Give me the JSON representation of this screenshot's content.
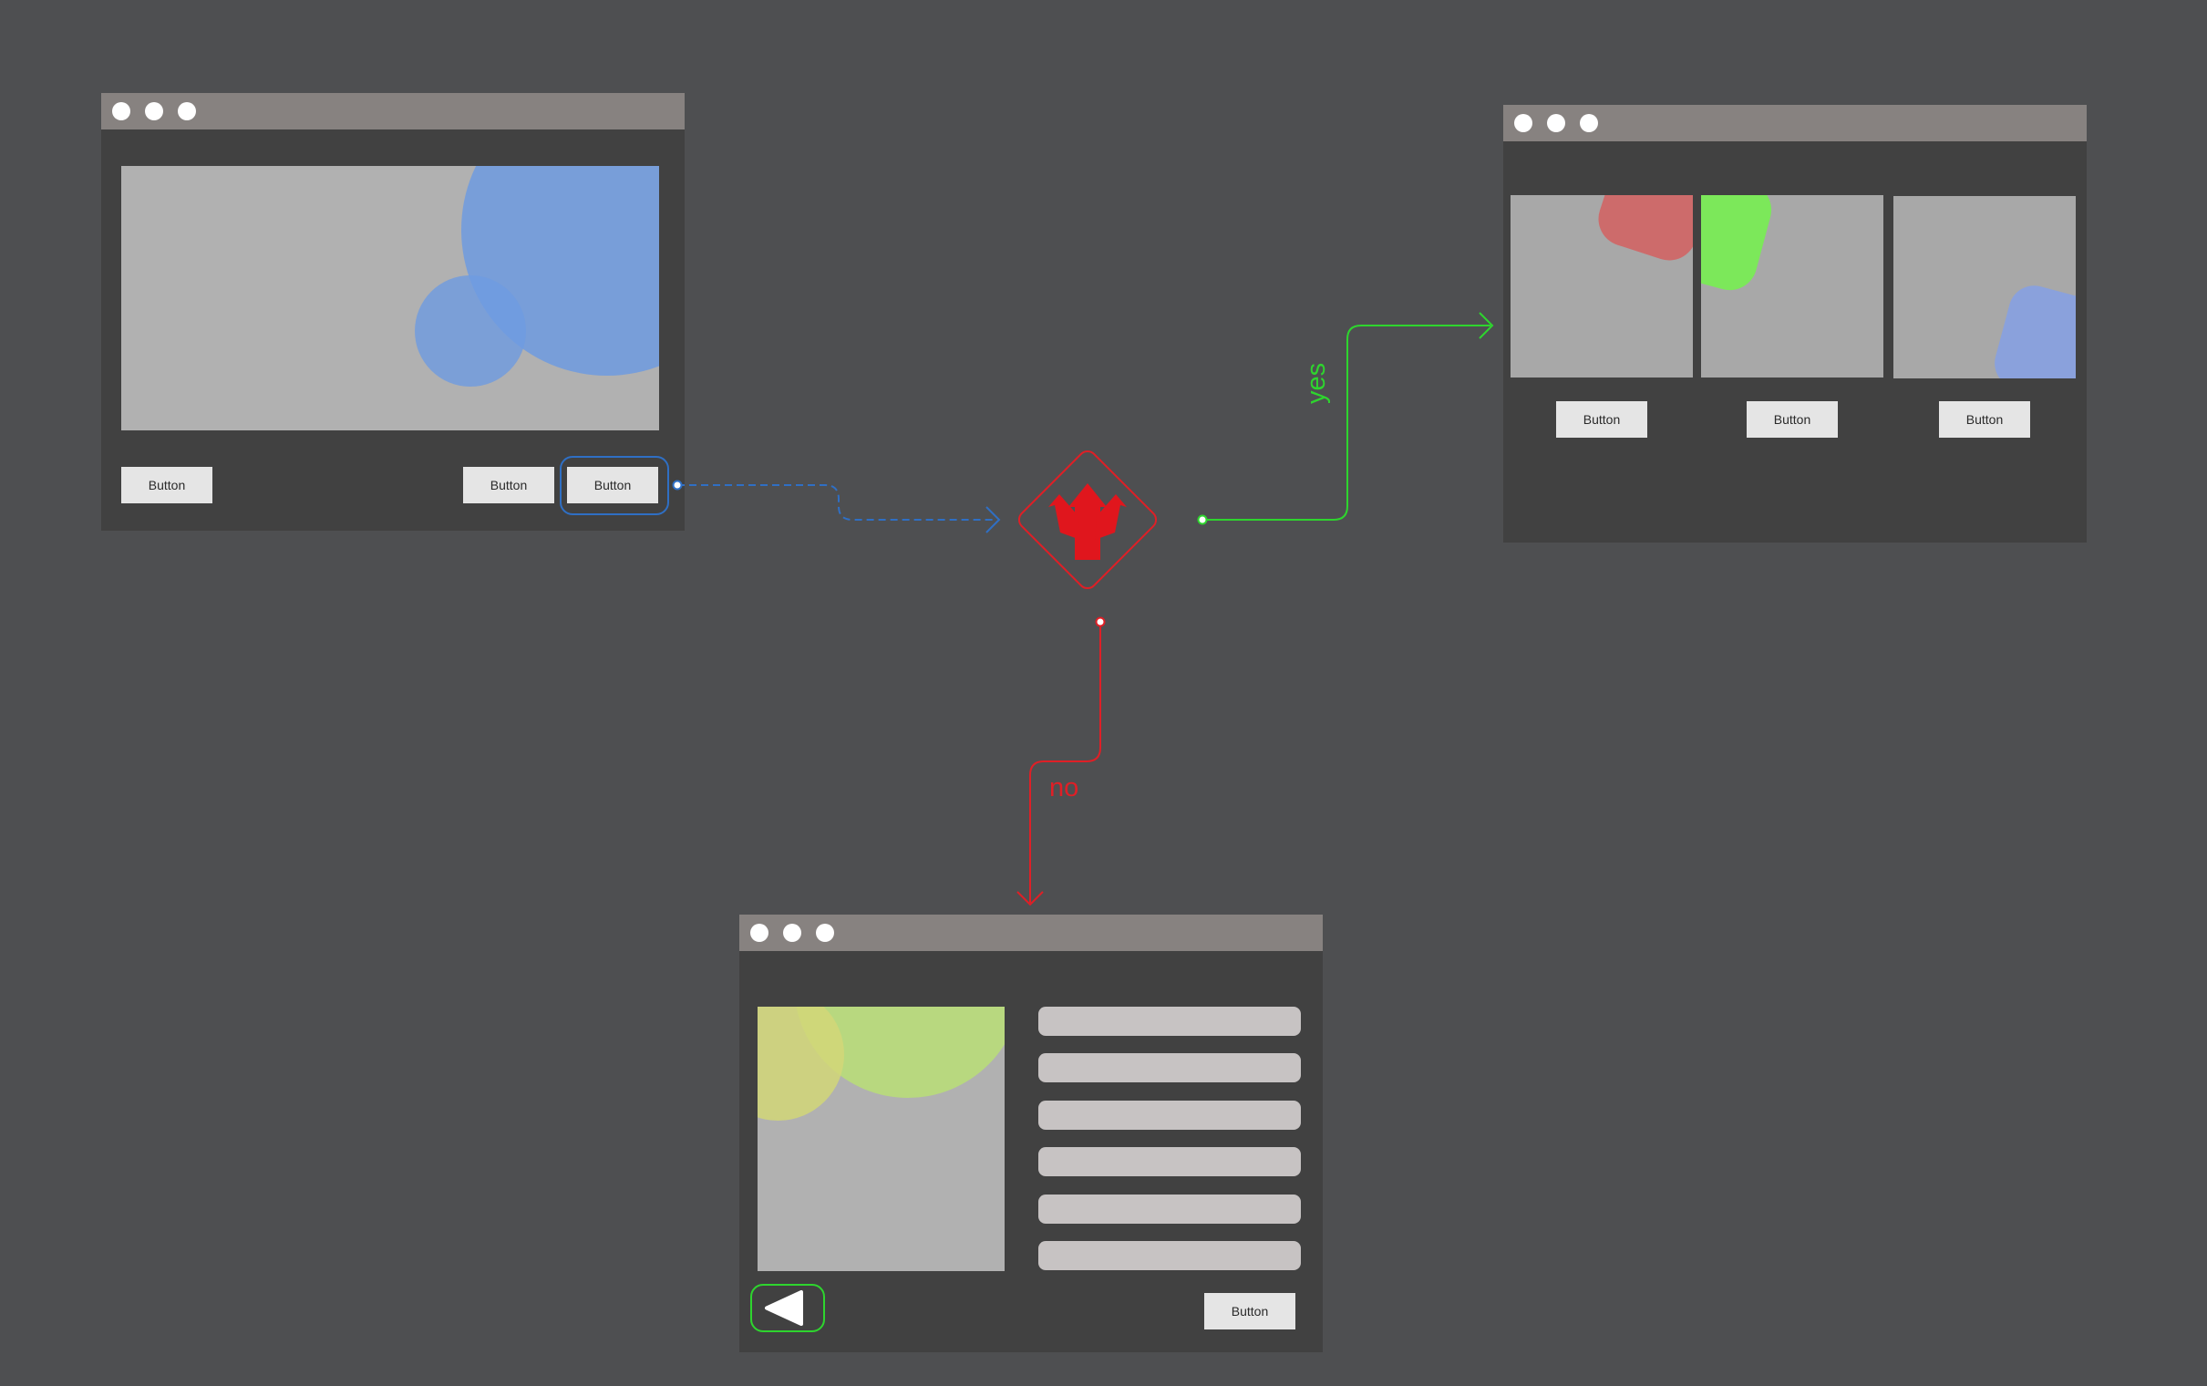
{
  "colors": {
    "canvas": "#4e4f51",
    "window": "#414141",
    "titlebar": "#878280",
    "image": "#b1b1b1",
    "button": "#e5e5e5",
    "list_item": "#c7c3c3",
    "flow_blue": "#2f6fc4",
    "flow_green": "#2ed52e",
    "flow_red": "#df1f26",
    "decision_icon": "#e0161d"
  },
  "window_main": {
    "button_left": "Button",
    "button_middle": "Button",
    "button_right": "Button"
  },
  "window_gallery": {
    "button_1": "Button",
    "button_2": "Button",
    "button_3": "Button"
  },
  "window_detail": {
    "button": "Button",
    "list_item_count": 6,
    "back_icon": "back-triangle-icon"
  },
  "decision": {
    "icon": "split-arrow-icon",
    "yes_label": "yes",
    "no_label": "no"
  }
}
